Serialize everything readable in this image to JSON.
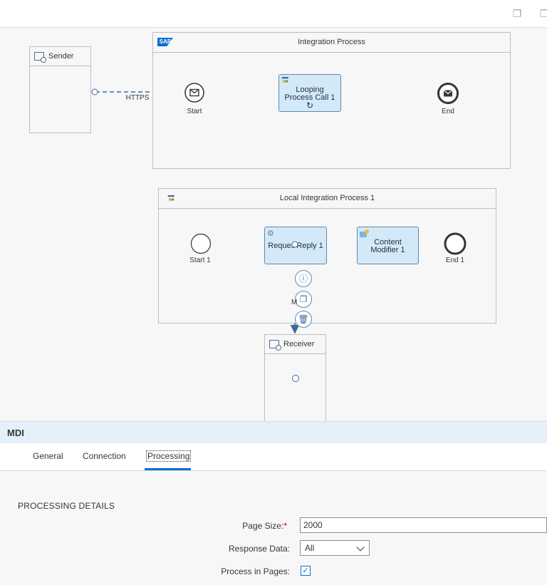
{
  "canvas": {
    "sender": {
      "label": "Sender"
    },
    "receiver": {
      "label": "Receiver"
    },
    "integration_process": {
      "logo": "SAP",
      "title": "Integration Process",
      "start_label": "Start",
      "end_label": "End",
      "looping_task": {
        "line1": "Looping",
        "line2": "Process Call 1"
      }
    },
    "channel_label": "HTTPS",
    "local_process": {
      "title": "Local Integration Process 1",
      "start_label": "Start 1",
      "end_label": "End 1",
      "request_reply": {
        "label": "Reques Reply 1"
      },
      "content_modifier": {
        "line1": "Content",
        "line2": "Modifier 1"
      }
    },
    "connector_label": "M"
  },
  "mdi": {
    "title": "MDI"
  },
  "tabs": [
    {
      "label": "General"
    },
    {
      "label": "Connection"
    },
    {
      "label": "Processing"
    }
  ],
  "processing": {
    "section_title": "PROCESSING DETAILS",
    "page_size": {
      "label": "Page Size:",
      "required_mark": "*",
      "value": "2000"
    },
    "response_data": {
      "label": "Response Data:",
      "value": "All"
    },
    "process_in_pages": {
      "label": "Process in Pages:",
      "checked": true
    }
  }
}
